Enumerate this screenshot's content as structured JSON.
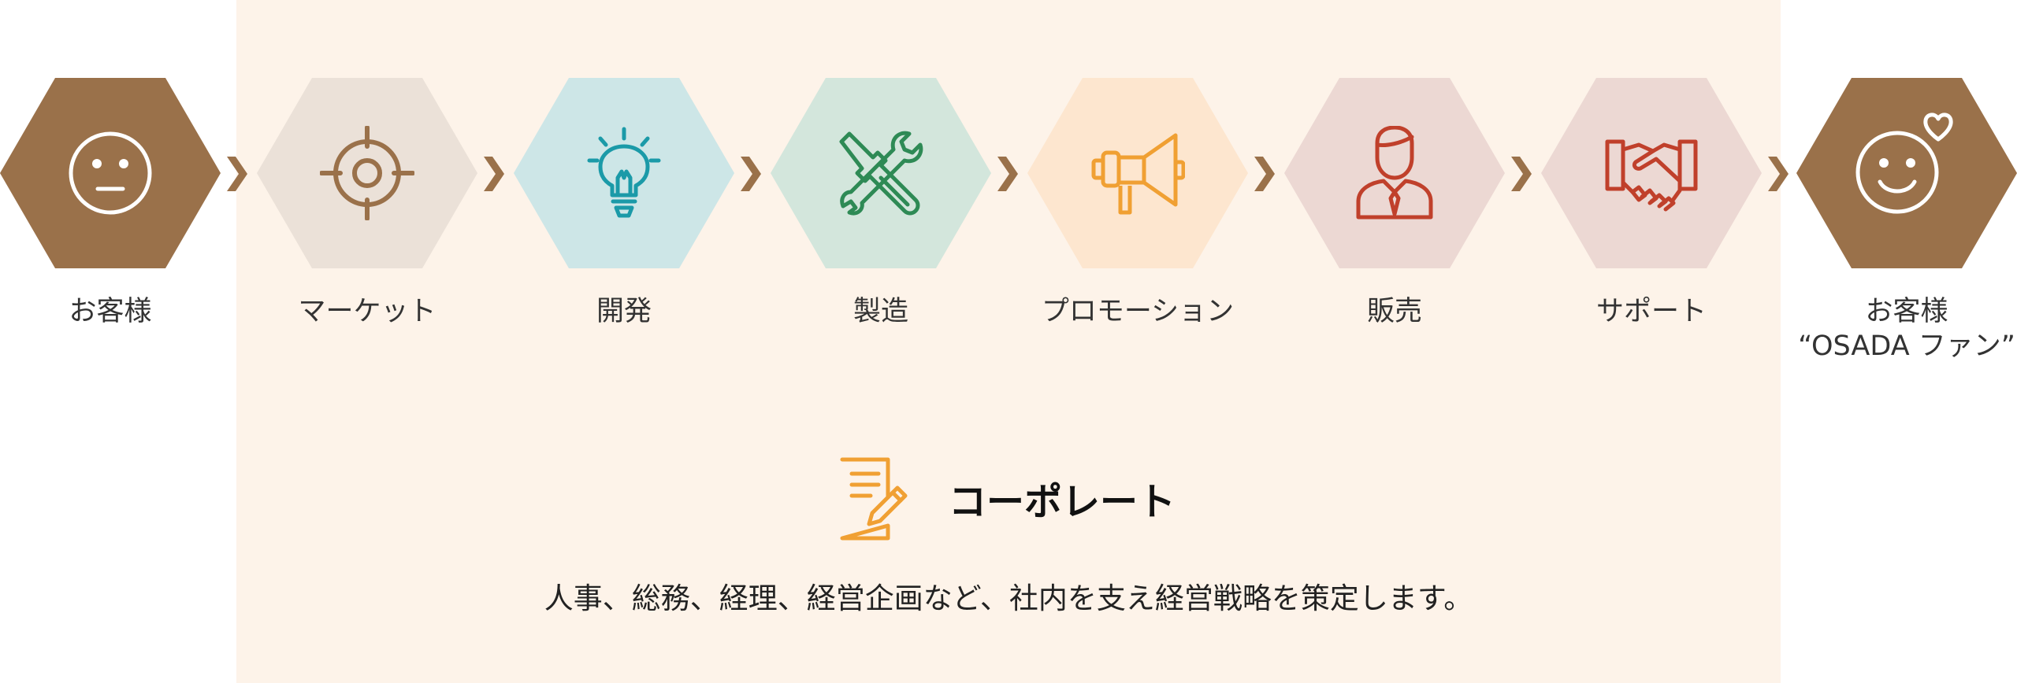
{
  "flow": {
    "steps": [
      {
        "id": "customer",
        "label": "お客様",
        "icon": "neutral-face-icon",
        "hex_color": "#9a714a",
        "icon_color": "#ffffff"
      },
      {
        "id": "market",
        "label": "マーケット",
        "icon": "target-icon",
        "hex_color": "#ebe1d8",
        "icon_color": "#9a714a"
      },
      {
        "id": "development",
        "label": "開発",
        "icon": "lightbulb-icon",
        "hex_color": "#cde6e7",
        "icon_color": "#1b9aa8"
      },
      {
        "id": "manufacturing",
        "label": "製造",
        "icon": "tools-icon",
        "hex_color": "#d3e6dc",
        "icon_color": "#2e8a55"
      },
      {
        "id": "promotion",
        "label": "プロモーション",
        "icon": "megaphone-icon",
        "hex_color": "#fde6cf",
        "icon_color": "#f0a033"
      },
      {
        "id": "sales",
        "label": "販売",
        "icon": "salesperson-icon",
        "hex_color": "#ecd8d3",
        "icon_color": "#c0402b"
      },
      {
        "id": "support",
        "label": "サポート",
        "icon": "handshake-icon",
        "hex_color": "#ecd8d3",
        "icon_color": "#c0402b"
      },
      {
        "id": "fan",
        "label": "お客様",
        "label2": "“OSADA ファン”",
        "icon": "smiling-face-with-heart-icon",
        "hex_color": "#9a714a",
        "icon_color": "#ffffff"
      }
    ],
    "arrow_color": "#9a714a"
  },
  "corporate": {
    "icon": "document-pen-icon",
    "icon_color": "#f0a033",
    "title": "コーポレート",
    "description": "人事、総務、経理、経営企画など、社内を支え経営戦略を策定します。"
  },
  "colors": {
    "band": "#fdf3e9",
    "brand_brown": "#9a714a"
  }
}
